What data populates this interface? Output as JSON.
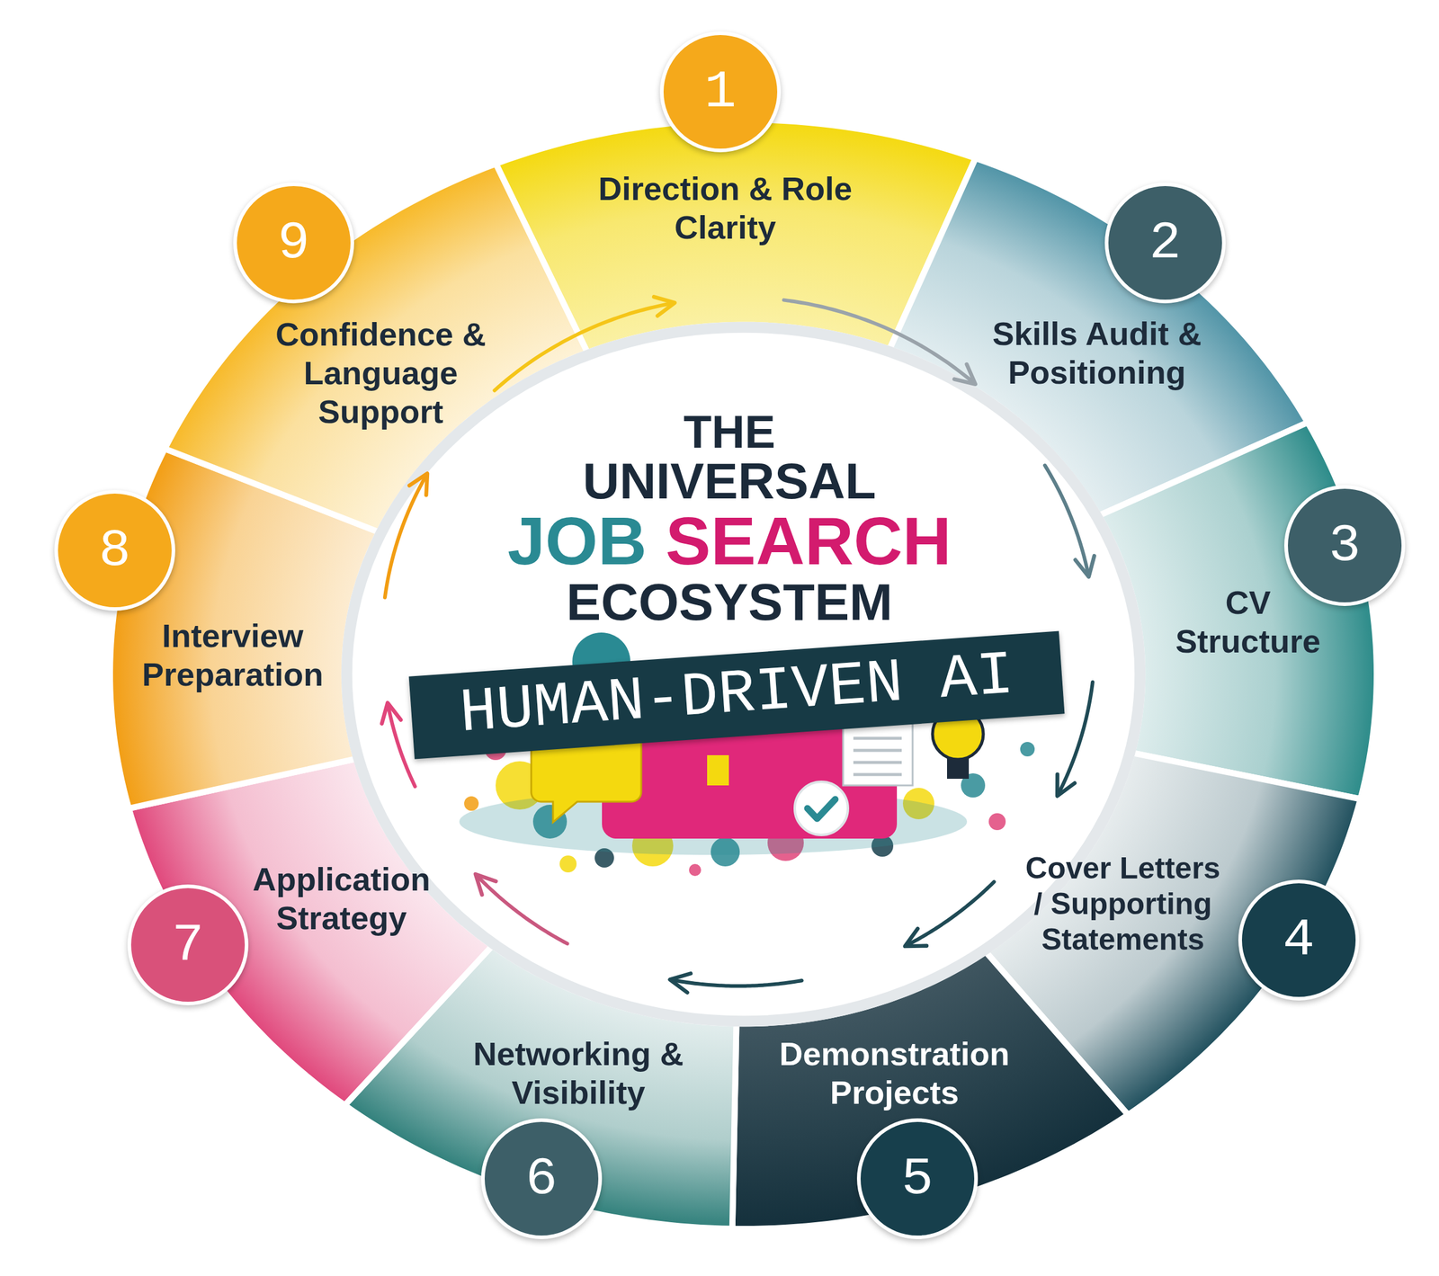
{
  "diagram": {
    "title": "THE UNIVERSAL JOB SEARCH ECOSYSTEM",
    "nodes": [
      {
        "text": [
          "1",
          "Direction & Role Clarity"
        ]
      },
      {
        "text": [
          "2",
          "Skills Audit & Positioning"
        ]
      },
      {
        "text": [
          "3",
          "CV Structure"
        ]
      },
      {
        "text": [
          "4",
          "Cover Letters / Supporting Statements"
        ]
      },
      {
        "text": [
          "5",
          "Demonstration Projects"
        ]
      },
      {
        "text": [
          "6",
          "Networking & Visibility"
        ]
      },
      {
        "text": [
          "7",
          "Application Strategy"
        ]
      },
      {
        "text": [
          "8",
          "Interview Preparation"
        ]
      },
      {
        "text": [
          "9",
          "Confidence & Language Support"
        ]
      },
      {
        "text": [
          "HUMAN-DRIVEN AI"
        ]
      }
    ],
    "edges": [
      {
        "from": 0,
        "to": 1,
        "arrow": "to"
      },
      {
        "from": 1,
        "to": 2,
        "arrow": "to"
      },
      {
        "from": 2,
        "to": 3,
        "arrow": "to"
      },
      {
        "from": 3,
        "to": 4,
        "arrow": "to"
      },
      {
        "from": 4,
        "to": 5,
        "arrow": "to"
      },
      {
        "from": 5,
        "to": 6,
        "arrow": "to"
      },
      {
        "from": 6,
        "to": 7,
        "arrow": "to"
      },
      {
        "from": 7,
        "to": 8,
        "arrow": "to"
      },
      {
        "from": 8,
        "to": 0,
        "arrow": "to"
      }
    ]
  }
}
